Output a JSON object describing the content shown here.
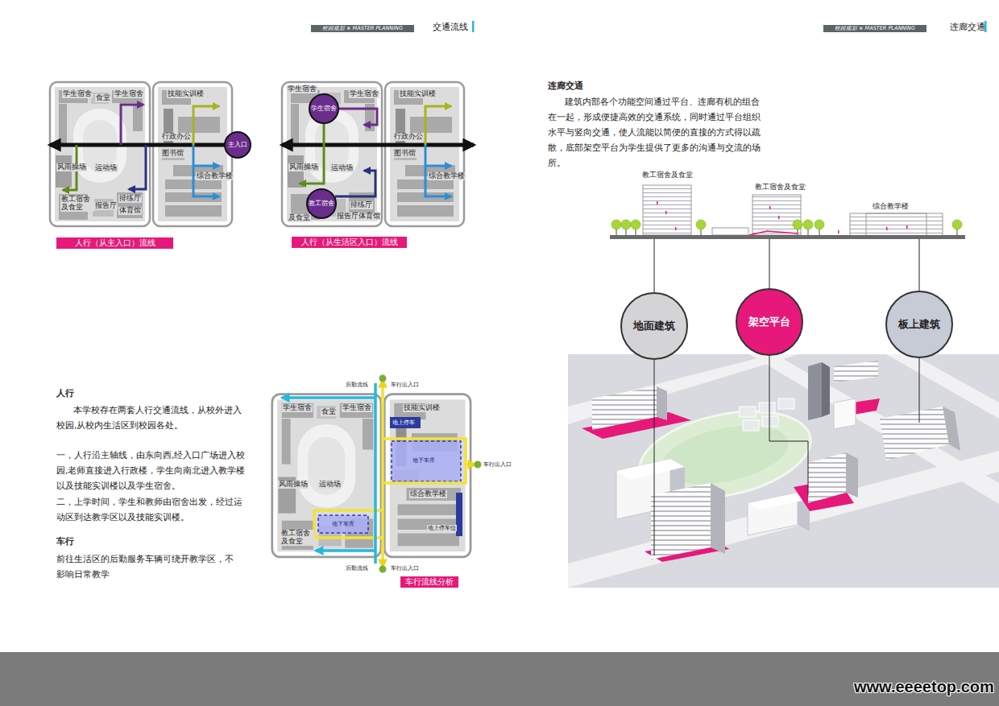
{
  "diagram": {
    "nodes": [
      {
        "text": [
          "校园规划 ※ MASTER PLANNING"
        ]
      },
      {
        "text": [
          "校园规划 ※ MASTER PLANNING"
        ]
      },
      {
        "text": [
          "主入口"
        ]
      },
      {
        "text": [
          "人行（从主入口）流线"
        ]
      },
      {
        "text": [
          "学生宿舍"
        ]
      },
      {
        "text": [
          "教工宿舍"
        ]
      },
      {
        "text": [
          "人行（从生活区入口）流线"
        ]
      },
      {
        "text": [
          "车行流线分析"
        ]
      },
      {
        "text": [
          "地面建筑"
        ]
      },
      {
        "text": [
          "架空平台"
        ]
      },
      {
        "text": [
          "板上建筑"
        ]
      }
    ],
    "labels": [
      "交通流线",
      "连廊交通",
      "学生宿舍",
      "食堂",
      "学生宿舍",
      "技能实训楼",
      "行政办公",
      "图书馆",
      "风雨操场",
      "运动场",
      "综合教学楼",
      "教工宿舍 及食堂",
      "报告厅",
      "排练厅",
      "体育馆",
      "学生宿舍",
      "学生宿舍",
      "技能实训楼",
      "行政办公",
      "图书馆",
      "风雨操场",
      "运动场",
      "综合教学楼",
      "报告厅",
      "排练厅",
      "及食堂",
      "体育馆",
      "后勤流线",
      "车行出入口",
      "学生宿舍",
      "食堂",
      "学生宿舍",
      "技能实训楼",
      "地上停车",
      "地下车库",
      "车行出入口",
      "风雨操场",
      "运动场",
      "综合教学楼",
      "地下车库",
      "地上停车位",
      "教工宿舍 及食堂",
      "后勤流线",
      "车行出入口",
      "人行",
      "本学校存在两套人行交通流线，从校外进入校园,从校内生活区到校园各处。",
      "一，人行沿主轴线，由东向西,经入口广场进入校园,老师直接进入行政楼，学生向南北进入教学楼以及技能实训楼以及学生宿舍。",
      "二，上学时间，学生和教师由宿舍出发，经过运动区到达教学区以及技能实训楼。",
      "车行",
      "前往生活区的后勤服务车辆可绕开教学区，不影响日常教学",
      "连廊交通",
      "建筑内部各个功能空间通过平台、连廊有机的组合在一起，形成便捷高效的交通系统，同时通过平台组织水平与竖向交通，使人流能以简便的直接的方式得以疏散，底部架空平台为学生提供了更多的沟通与交流的场所。",
      "教工宿舍及食堂",
      "教工宿舍及食堂",
      "综合教学楼",
      "www.eeeetop.com"
    ]
  }
}
